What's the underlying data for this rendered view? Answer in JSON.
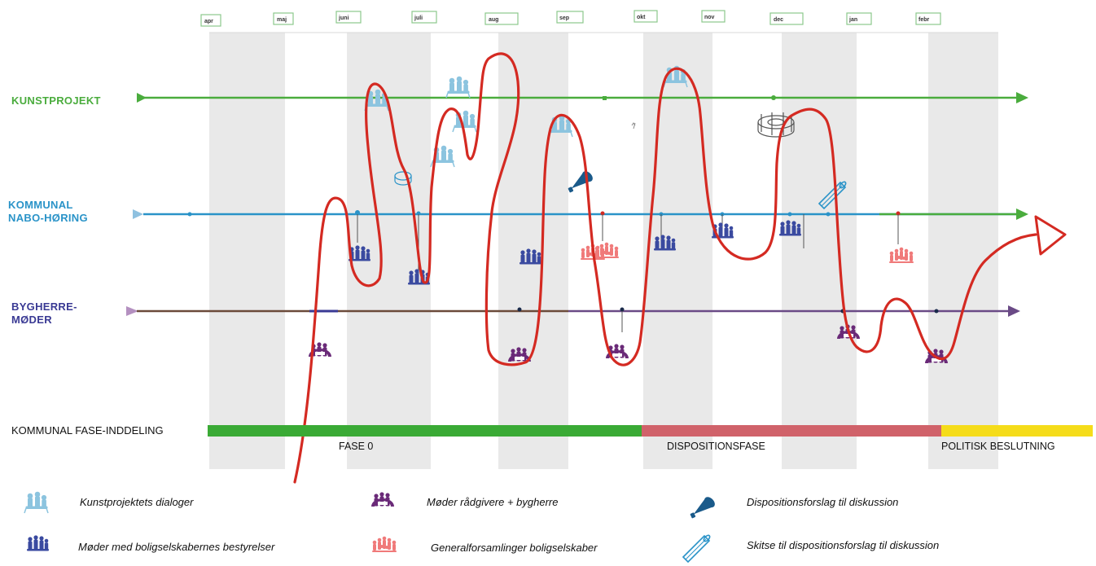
{
  "months": [
    "apr",
    "maj",
    "juni",
    "juli",
    "aug",
    "sep",
    "okt",
    "nov",
    "dec",
    "jan",
    "febr"
  ],
  "tracks": {
    "kunstprojekt": {
      "label": "KUNSTPROJEKT",
      "color": "#4aac3d"
    },
    "nabo": {
      "line1": "KOMMUNAL",
      "line2": "NABO-HØRING",
      "color": "#2a93c8"
    },
    "bygherre": {
      "line1": "BYGHERRE-",
      "line2": "MØDER",
      "color": "#3a3a94"
    }
  },
  "phases": {
    "title": "KOMMUNAL FASE-INDDELING",
    "items": [
      {
        "label": "FASE 0",
        "color": "#3aaa35"
      },
      {
        "label": "DISPOSITIONSFASE",
        "color": "#d0626a"
      },
      {
        "label": "POLITISK BESLUTNING",
        "color": "#f5dc1a"
      }
    ]
  },
  "legend": [
    {
      "icon": "art-dialogue-icon",
      "label": "Kunstprojektets dialoger"
    },
    {
      "icon": "advisor-meeting-icon",
      "label": "Møder rådgivere + bygherre"
    },
    {
      "icon": "megaphone-icon",
      "label": "Dispositionsforslag til diskussion"
    },
    {
      "icon": "board-meeting-icon",
      "label": "Møder med boligselskabernes bestyrelser"
    },
    {
      "icon": "general-assembly-icon",
      "label": "Generalforsamlinger boligselskaber"
    },
    {
      "icon": "sketch-tube-icon",
      "label": "Skitse til dispositionsforslag til diskussion"
    }
  ],
  "colors": {
    "path": "#d42a22",
    "band": "#e8e8e8",
    "art_icon": "#8cc4df",
    "board_icon": "#3a4aa0",
    "advisor_icon": "#6a2a78",
    "assembly_icon": "#f07a7a",
    "megaphone": "#1a5a8a"
  }
}
